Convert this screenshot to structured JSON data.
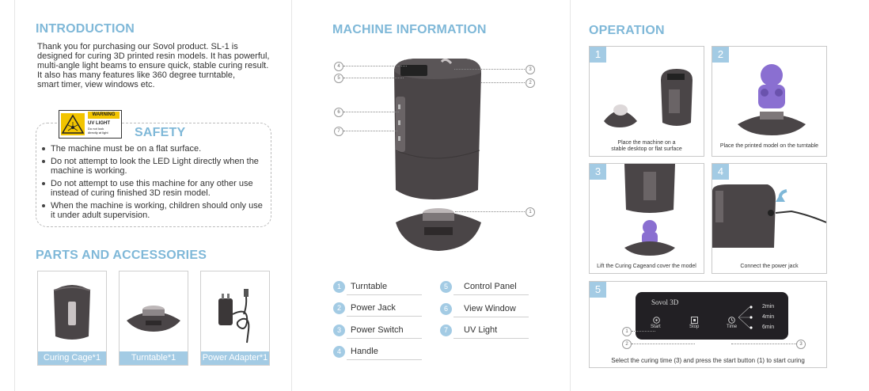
{
  "intro": {
    "title": "INTRODUCTION",
    "lines": [
      "Thank you for purchasing our Sovol product. SL-1 is",
      "designed for curing 3D printed resin models. It has powerful,",
      "multi-angle light beams to ensure quick, stable curing result.",
      "It also has many features like 360 degree turntable,",
      "smart timer, view windows etc."
    ]
  },
  "safety": {
    "title": "SAFETY",
    "warning_label": {
      "header": "WARNING",
      "line1": "UV LIGHT",
      "line2": "Do not look",
      "line3": "directly at light"
    },
    "items": [
      [
        "The machine must be on a flat surface."
      ],
      [
        "Do not attempt to look the LED Light directly when the",
        "machine is working."
      ],
      [
        "Do not attempt to use this machine for any other use",
        "instead of curing finished 3D resin model."
      ],
      [
        "When the machine is working, children should only use",
        "it under adult supervision."
      ]
    ]
  },
  "parts": {
    "title": "PARTS AND ACCESSORIES",
    "items": [
      "Curing Cage*1",
      "Turntable*1",
      "Power Adapter*1"
    ]
  },
  "machine": {
    "title": "MACHINE INFORMATION",
    "callouts": {
      "c4": "4",
      "c5": "5",
      "c3": "3",
      "c2": "2",
      "c6": "6",
      "c7": "7",
      "c1": "1"
    },
    "legend": [
      {
        "num": "1",
        "label": "Turntable"
      },
      {
        "num": "2",
        "label": "Power Jack"
      },
      {
        "num": "3",
        "label": "Power Switch"
      },
      {
        "num": "4",
        "label": "Handle"
      },
      {
        "num": "5",
        "label": "Control Panel"
      },
      {
        "num": "6",
        "label": "View Window"
      },
      {
        "num": "7",
        "label": "UV Light"
      }
    ]
  },
  "operation": {
    "title": "OPERATION",
    "steps": [
      {
        "num": "1",
        "caption1": "Place the machine on a",
        "caption2": "stable desktop or flat surface"
      },
      {
        "num": "2",
        "caption1": "Place the printed model on the turntable",
        "caption2": ""
      },
      {
        "num": "3",
        "caption1": "Lift the Curing Cageand cover the model",
        "caption2": ""
      },
      {
        "num": "4",
        "caption1": "Connect the power jack",
        "caption2": ""
      },
      {
        "num": "5",
        "caption1": "Select the curing time (3) and press the start button (1) to start curing",
        "caption2": ""
      }
    ],
    "panel": {
      "brand": "Sovol 3D",
      "start": "Start",
      "stop": "Stop",
      "time": "Time",
      "times": [
        "2min",
        "4min",
        "6min"
      ],
      "callouts": [
        "1",
        "2",
        "3"
      ]
    }
  },
  "colors": {
    "accent": "#7fb8d8",
    "label_bg": "#a3cbe4",
    "device": "#4a4547"
  }
}
